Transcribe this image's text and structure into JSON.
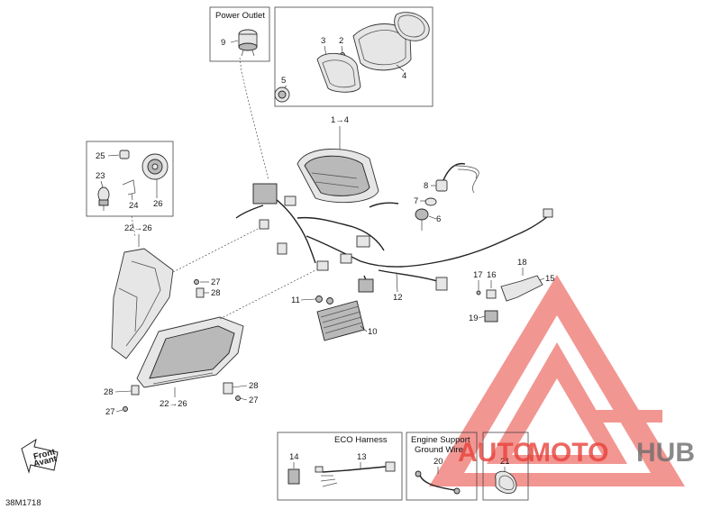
{
  "callouts": {
    "c1to4": "1→4",
    "c2": "2",
    "c3": "3",
    "c4": "4",
    "c5": "5",
    "c6": "6",
    "c7": "7",
    "c8": "8",
    "c9": "9",
    "c10": "10",
    "c11": "11",
    "c12": "12",
    "c13": "13",
    "c14": "14",
    "c15": "15",
    "c16": "16",
    "c17": "17",
    "c18": "18",
    "c19": "19",
    "c20": "20",
    "c21": "21",
    "c22to26_top": "22→26",
    "c22to26_bottom": "22→26",
    "c23": "23",
    "c24": "24",
    "c25": "25",
    "c26": "26",
    "c27_a": "27",
    "c28_a": "28",
    "c28_b": "28",
    "c27_b": "27",
    "c28_c": "28",
    "c27_c": "27"
  },
  "boxes": {
    "power_outlet": "Power Outlet",
    "eco_harness": "ECO Harness",
    "engine_support_line1": "Engine Support",
    "engine_support_line2": "Ground Wire"
  },
  "front_arrow": {
    "line1": "Front",
    "line2": "Avant"
  },
  "drawing_number": "38M1718",
  "watermark": {
    "part1": "AUTO",
    "part2": "MOTO",
    "part3": "HUB",
    "color_red": "#e8423a",
    "color_gray": "#6e6e6e"
  }
}
